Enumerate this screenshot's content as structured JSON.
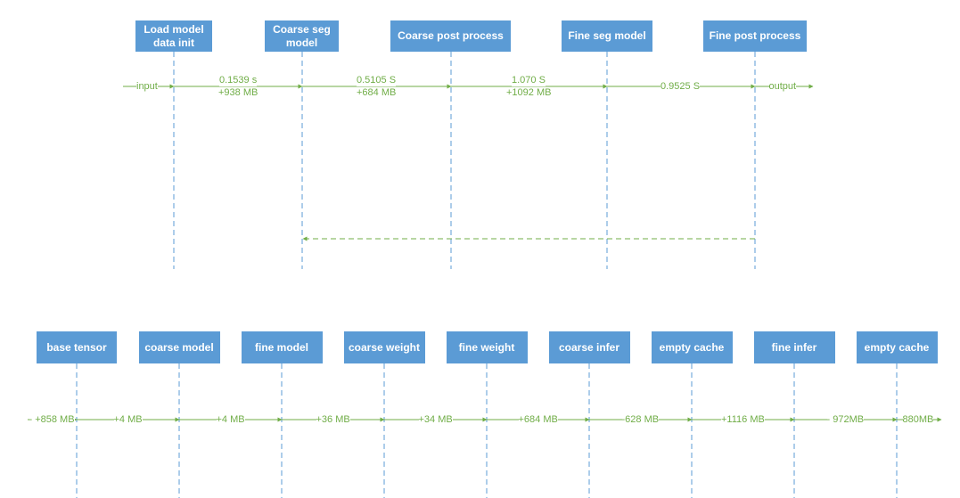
{
  "colors": {
    "box_fill": "#5b9bd5",
    "box_text": "#ffffff",
    "flow": "#70ad47",
    "lifeline": "#5b9bd5",
    "background": "#ffffff"
  },
  "top": {
    "boxes": [
      "Load model\ndata init",
      "Coarse seg\nmodel",
      "Coarse post process",
      "Fine seg model",
      "Fine post process"
    ],
    "input_label": "input",
    "output_label": "output",
    "step_labels": [
      [
        "0.1539 s",
        "+938 MB"
      ],
      [
        "0.5105 S",
        "+684 MB"
      ],
      [
        "1.070 S",
        "+1092 MB"
      ],
      [
        "0.9525 S"
      ]
    ]
  },
  "bottom": {
    "boxes": [
      "base tensor",
      "coarse model",
      "fine model",
      "coarse weight",
      "fine weight",
      "coarse infer",
      "empty cache",
      "fine infer",
      "empty cache"
    ],
    "step_labels": [
      "- +858 MB",
      "+4 MB",
      "+4 MB",
      "+36 MB",
      "+34 MB",
      "+684 MB",
      "-628 MB",
      "+1116 MB",
      "- 972MB",
      "880MB"
    ]
  }
}
